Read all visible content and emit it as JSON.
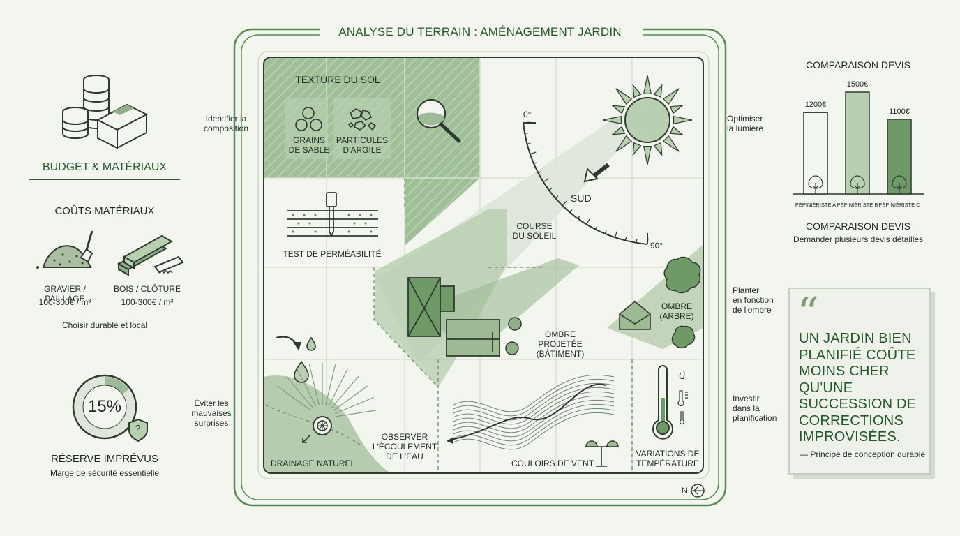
{
  "title": "ANALYSE DU TERRAIN : AMÉNAGEMENT JARDIN",
  "colors": {
    "dark_green": "#2f6a35",
    "mid_green": "#6f9a68",
    "light_green": "#b9cfb2",
    "bg": "#f3f5ef"
  },
  "left": {
    "budget_title": "BUDGET & MATÉRIAUX",
    "costs_title": "COÛTS MATÉRIAUX",
    "gravel_label": "GRAVIER / PAILLAGE",
    "gravel_price": "100-300€ / m³",
    "wood_label": "BOIS / CLÔTURE",
    "wood_price": "100-300€ / m³",
    "costs_note": "Choisir durable et local",
    "reserve_value": "15%",
    "reserve_title": "RÉSERVE IMPRÉVUS",
    "reserve_note": "Marge de sécurité essentielle",
    "reserve_fraction": 0.15
  },
  "side_notes": {
    "identify": [
      "Identifier la",
      "composition"
    ],
    "avoid": [
      "Éviter les",
      "mauvaises",
      "surprises"
    ],
    "optimize": [
      "Optimiser",
      "la lumière"
    ],
    "plant": [
      "Planter",
      "en fonction",
      "de l'ombre"
    ],
    "invest": [
      "Investir",
      "dans la",
      "planification"
    ]
  },
  "map": {
    "soil_texture": "TEXTURE DU SOL",
    "sand": [
      "GRAINS",
      "DE SABLE"
    ],
    "clay": [
      "PARTICULES",
      "D'ARGILE"
    ],
    "perm_test": "TEST DE PERMÉABILITÉ",
    "deg0": "0°",
    "deg90": "90°",
    "south": "SUD",
    "sun_course": [
      "COURSE",
      "DU SOLEIL"
    ],
    "shadow_building": [
      "OMBRE PROJETÉE",
      "(BÂTIMENT)"
    ],
    "shadow_tree": [
      "OMBRE",
      "(ARBRE)"
    ],
    "drainage": "DRAINAGE NATUREL",
    "water_flow": [
      "OBSERVER",
      "L'ÉCOULEMENT",
      "DE L'EAU"
    ],
    "wind": "COULOIRS DE VENT",
    "temperature": [
      "VARIATIONS DE",
      "TEMPÉRATURE"
    ],
    "north": "N"
  },
  "right": {
    "chart_title": "COMPARAISON DEVIS",
    "subtitle": "COMPARAISON DEVIS",
    "subnote": "Demander plusieurs devis détaillés",
    "quote": "UN JARDIN BIEN PLANIFIÉ COÛTE MOINS CHER QU'UNE SUCCESSION DE CORRECTIONS IMPROVISÉES.",
    "quote_source": "— Principe de conception durable"
  },
  "chart_data": {
    "type": "bar",
    "title": "COMPARAISON DEVIS",
    "categories": [
      "PÉPINIÉRISTE A",
      "PÉPINIÉRISTE B",
      "PÉPINIÉRISTE C"
    ],
    "values": [
      1200,
      1500,
      1100
    ],
    "value_labels": [
      "1200€",
      "1500€",
      "1100€"
    ],
    "bar_colors": [
      "#f3f5ef",
      "#b9cfb2",
      "#6f9a68"
    ],
    "ylim": [
      0,
      1500
    ]
  }
}
